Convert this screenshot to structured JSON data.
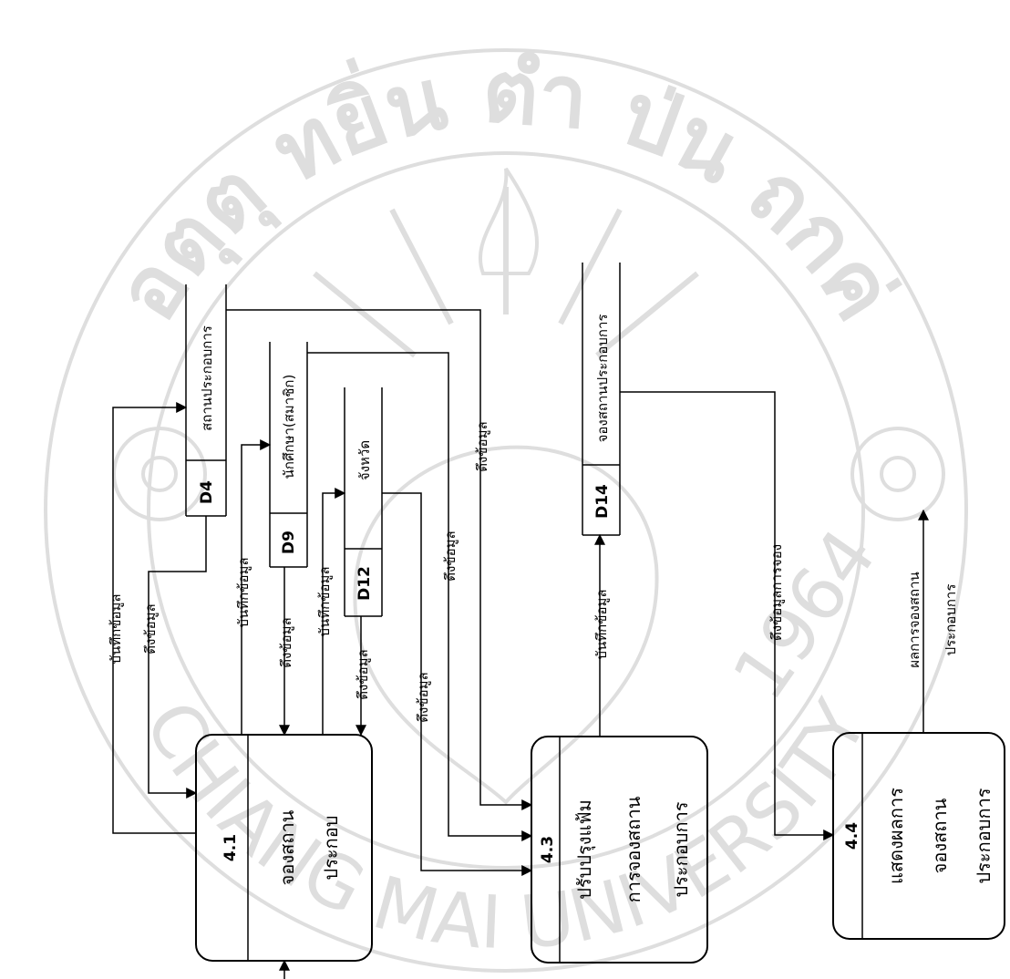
{
  "watermark": {
    "top_text": "อตุตุ ทยิ่น ตำ ป่น ถกค่",
    "bottom_text": "CHIANG MAI UNIVERSITY",
    "year": "1964"
  },
  "processes": {
    "p41": {
      "id": "4.1",
      "line1": "จองสถาน",
      "line2": "ประกอบ"
    },
    "p43": {
      "id": "4.3",
      "line1": "ปรับปรุงแฟ้ม",
      "line2": "การจองสถาน",
      "line3": "ประกอบการ"
    },
    "p44": {
      "id": "4.4",
      "line1": "แสดงผลการ",
      "line2": "จองสถาน",
      "line3": "ประกอบการ"
    }
  },
  "stores": {
    "d4": {
      "id": "D4",
      "name": "สถานประกอบการ"
    },
    "d9": {
      "id": "D9",
      "name": "นักศึกษา(สมาชิก)"
    },
    "d12": {
      "id": "D12",
      "name": "จังหวัด"
    },
    "d14": {
      "id": "D14",
      "name": "จองสถานประกอบการ"
    }
  },
  "flows": {
    "save": "บันทึกข้อมูล",
    "fetch": "ดึงข้อมูล",
    "fetch_booking": "ดึงข้อมูลการจอง",
    "result_line1": "ผลการจองสถาน",
    "result_line2": "ประกอบการ"
  },
  "colors": {
    "line": "#000000",
    "watermark": "#dedede"
  }
}
